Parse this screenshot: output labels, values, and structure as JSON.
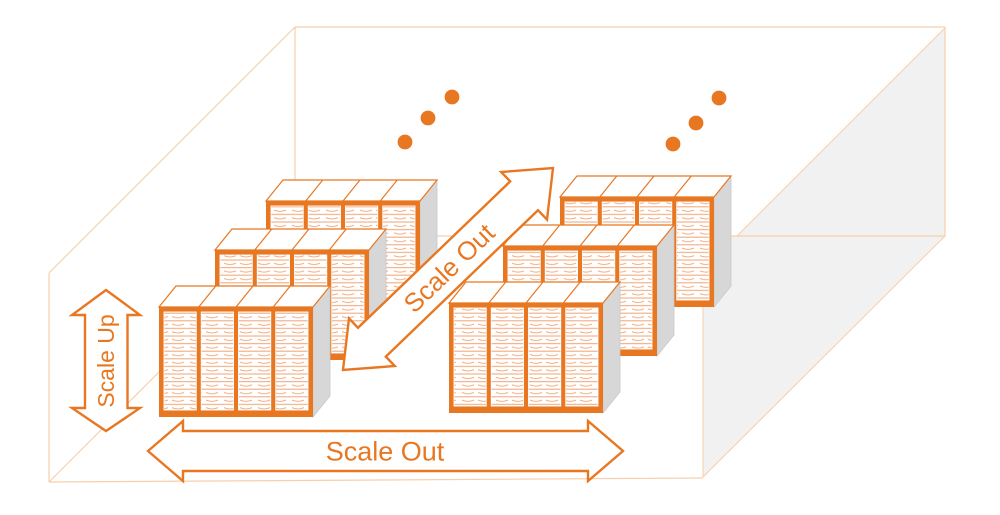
{
  "diagram": {
    "labels": {
      "scale_up": "Scale Up",
      "scale_out_depth": "Scale Out",
      "scale_out_width": "Scale Out"
    },
    "colors": {
      "accent": "#E87722",
      "slot_line": "#F1A97C",
      "room_line": "#F7CFAC",
      "rack_side": "#D7D7D7",
      "wall_shade": "#F1F1F1",
      "background": "#FFFFFF"
    },
    "clusters": [
      {
        "id": "left",
        "rack_rows": 3,
        "racks_per_row": 4,
        "more_rows_dots": 3
      },
      {
        "id": "right",
        "rack_rows": 3,
        "racks_per_row": 4,
        "more_rows_dots": 3
      }
    ]
  }
}
